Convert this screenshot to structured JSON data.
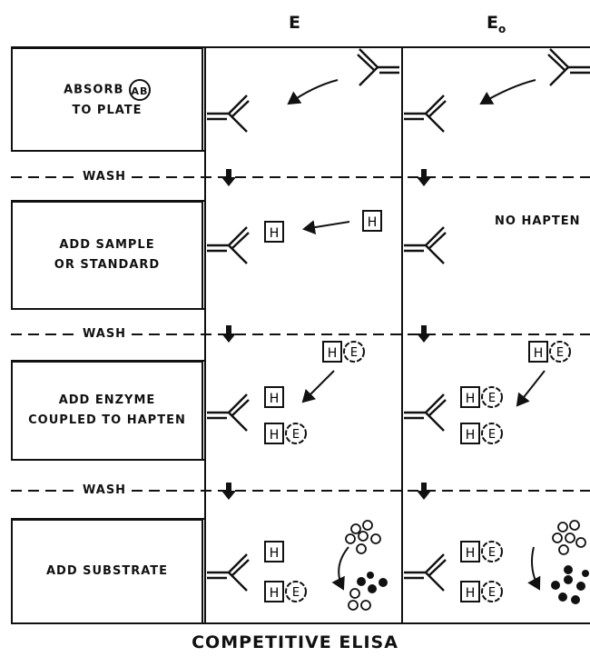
{
  "columns": {
    "e": "E",
    "e0_main": "E",
    "e0_sub": "o"
  },
  "steps": [
    {
      "label_pre": "ABSORB ",
      "circled": "AB",
      "label_line2": "TO PLATE"
    },
    {
      "label": "ADD SAMPLE",
      "label_line2": "OR STANDARD"
    },
    {
      "label": "ADD ENZYME",
      "label_line2": "COUPLED TO HAPTEN"
    },
    {
      "label": "ADD SUBSTRATE"
    }
  ],
  "wash_label": "WASH",
  "no_hapten": "NO HAPTEN",
  "hapten_letter": "H",
  "enzyme_letter": "E",
  "caption": "COMPETITIVE ELISA"
}
